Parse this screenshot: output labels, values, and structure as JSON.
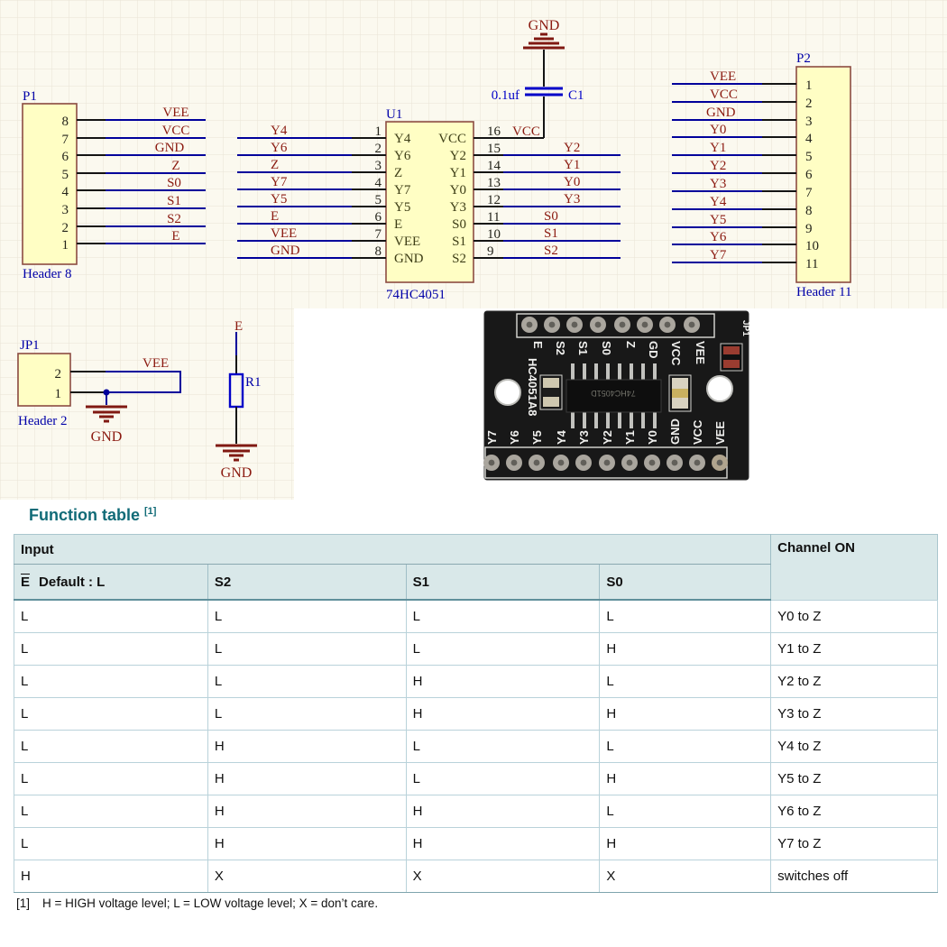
{
  "colors": {
    "wire_blue": "#00009B",
    "net_label_red": "#8B1A10",
    "component_fill": "#FFFEC4",
    "component_border": "#8C4B42",
    "designator_blue": "#0000A8",
    "grid_bg": "#FBF9EF",
    "table_header_bg": "#D9E8E9",
    "title_teal": "#116B77",
    "pcb_black": "#181818"
  },
  "schematic": {
    "p1": {
      "ref": "P1",
      "name": "Header 8",
      "nums": [
        "8",
        "7",
        "6",
        "5",
        "4",
        "3",
        "2",
        "1"
      ],
      "nets": [
        "VEE",
        "VCC",
        "GND",
        "Z",
        "S0",
        "S1",
        "S2",
        "E"
      ]
    },
    "u1": {
      "ref": "U1",
      "part": "74HC4051",
      "lnums": [
        "1",
        "2",
        "3",
        "4",
        "5",
        "6",
        "7",
        "8"
      ],
      "lnets": [
        "Y4",
        "Y6",
        "Z",
        "Y7",
        "Y5",
        "E",
        "VEE",
        "GND"
      ],
      "lnames": [
        "Y4",
        "Y6",
        "Z",
        "Y7",
        "Y5",
        "E",
        "VEE",
        "GND"
      ],
      "rnums": [
        "16",
        "15",
        "14",
        "13",
        "12",
        "11",
        "10",
        "9"
      ],
      "rnets": [
        "VCC",
        "Y2",
        "Y1",
        "Y0",
        "Y3",
        "S0",
        "S1",
        "S2"
      ],
      "rnames": [
        "VCC",
        "Y2",
        "Y1",
        "Y0",
        "Y3",
        "S0",
        "S1",
        "S2"
      ]
    },
    "p2": {
      "ref": "P2",
      "name": "Header 11",
      "nums": [
        "1",
        "2",
        "3",
        "4",
        "5",
        "6",
        "7",
        "8",
        "9",
        "10",
        "11"
      ],
      "nets": [
        "VEE",
        "VCC",
        "GND",
        "Y0",
        "Y1",
        "Y2",
        "Y3",
        "Y4",
        "Y5",
        "Y6",
        "Y7"
      ]
    },
    "c1": {
      "ref": "C1",
      "value": "0.1uf",
      "gnd": "GND"
    },
    "jp1": {
      "ref": "JP1",
      "name": "Header 2",
      "nums": [
        "2",
        "1"
      ],
      "net": "VEE",
      "gnd": "GND"
    },
    "r1": {
      "ref": "R1",
      "net": "E",
      "gnd": "GND"
    }
  },
  "module": {
    "top_pins": [
      "E",
      "S2",
      "S1",
      "S0",
      "Z",
      "GD",
      "VCC",
      "VEE"
    ],
    "jp1": "JP1",
    "side": "HC4051A8",
    "chip": "74HC4051D",
    "bottom_pins": [
      "Y7",
      "Y6",
      "Y5",
      "Y4",
      "Y3",
      "Y2",
      "Y1",
      "Y0",
      "GND",
      "VCC",
      "VEE"
    ]
  },
  "table": {
    "title": "Function table",
    "title_sup": "[1]",
    "input": "Input",
    "channel": "Channel ON",
    "e_col": "E",
    "e_suffix": "Default : L",
    "cols": [
      "S2",
      "S1",
      "S0"
    ],
    "rows": [
      [
        "L",
        "L",
        "L",
        "L",
        "Y0 to Z"
      ],
      [
        "L",
        "L",
        "L",
        "H",
        "Y1 to Z"
      ],
      [
        "L",
        "L",
        "H",
        "L",
        "Y2 to Z"
      ],
      [
        "L",
        "L",
        "H",
        "H",
        "Y3 to Z"
      ],
      [
        "L",
        "H",
        "L",
        "L",
        "Y4 to Z"
      ],
      [
        "L",
        "H",
        "L",
        "H",
        "Y5 to Z"
      ],
      [
        "L",
        "H",
        "H",
        "L",
        "Y6 to Z"
      ],
      [
        "L",
        "H",
        "H",
        "H",
        "Y7 to Z"
      ],
      [
        "H",
        "X",
        "X",
        "X",
        "switches off"
      ]
    ],
    "note_tag": "[1]",
    "note": "H = HIGH voltage level; L = LOW voltage level; X = don’t care."
  }
}
